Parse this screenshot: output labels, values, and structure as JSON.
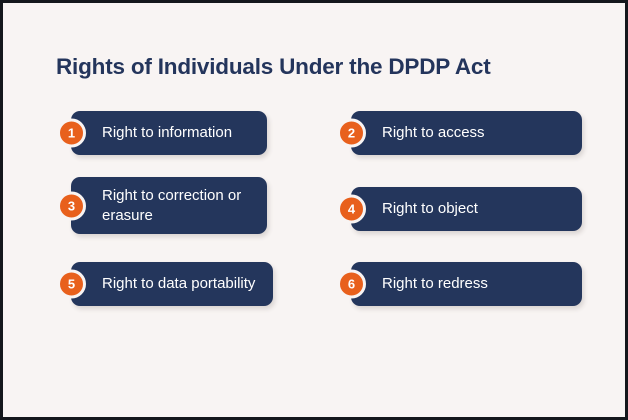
{
  "title": "Rights of Individuals Under the DPDP Act",
  "colors": {
    "background": "#f8f4f3",
    "frame_border": "#14171c",
    "card_navy": "#24365c",
    "badge_orange": "#e8601c",
    "title_navy": "#24355c",
    "card_text": "#ffffff"
  },
  "rights": [
    {
      "number": "1",
      "label": "Right to information"
    },
    {
      "number": "2",
      "label": "Right to access"
    },
    {
      "number": "3",
      "label": "Right to correction or\nerasure"
    },
    {
      "number": "4",
      "label": "Right to object"
    },
    {
      "number": "5",
      "label": "Right to data portability"
    },
    {
      "number": "6",
      "label": "Right to redress"
    }
  ]
}
